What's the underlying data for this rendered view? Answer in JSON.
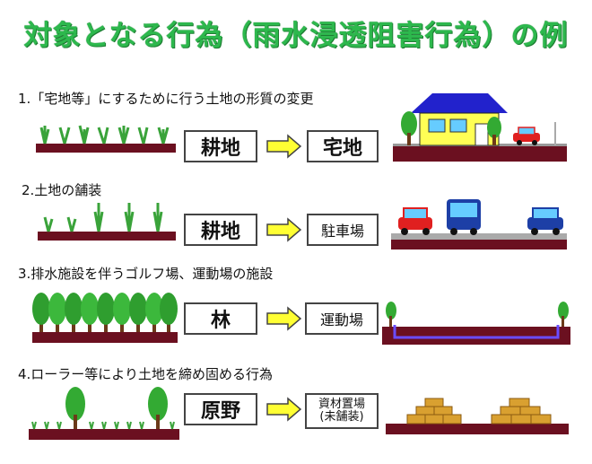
{
  "title": "対象となる行為（雨水浸透阻害行為）の例",
  "rows": [
    {
      "heading": "1.「宅地等」にするために行う土地の形質の変更",
      "from": "耕地",
      "to": "宅地"
    },
    {
      "heading": "2.土地の舗装",
      "from": "耕地",
      "to": "駐車場"
    },
    {
      "heading": "3.排水施設を伴うゴルフ場、運動場の施設",
      "from": "林",
      "to": "運動場"
    },
    {
      "heading": "4.ローラー等により土地を締め固める行為",
      "from": "原野",
      "to_line1": "資材置場",
      "to_line2": "(未舗装)"
    }
  ],
  "colors": {
    "title": "#2db84d",
    "soil": "#6b1020",
    "arrow": "#ffff33"
  }
}
